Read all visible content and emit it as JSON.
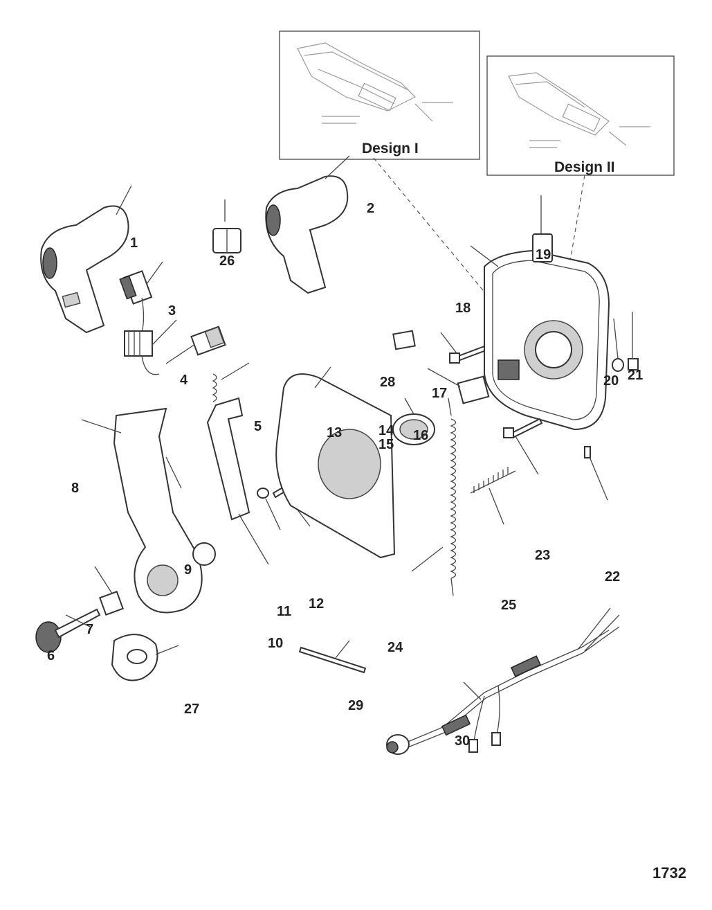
{
  "inset_labels": {
    "design_1": "Design I",
    "design_2": "Design II"
  },
  "callouts": {
    "c1": "1",
    "c2": "2",
    "c3": "3",
    "c4": "4",
    "c5": "5",
    "c6": "6",
    "c7": "7",
    "c8": "8",
    "c9": "9",
    "c10": "10",
    "c11": "11",
    "c12": "12",
    "c13": "13",
    "c14": "14",
    "c15": "15",
    "c16": "16",
    "c17": "17",
    "c18": "18",
    "c19": "19",
    "c20": "20",
    "c21": "21",
    "c22": "22",
    "c23": "23",
    "c24": "24",
    "c25": "25",
    "c26": "26",
    "c27": "27",
    "c28": "28",
    "c29": "29",
    "c30": "30"
  },
  "figure_number": "1732"
}
